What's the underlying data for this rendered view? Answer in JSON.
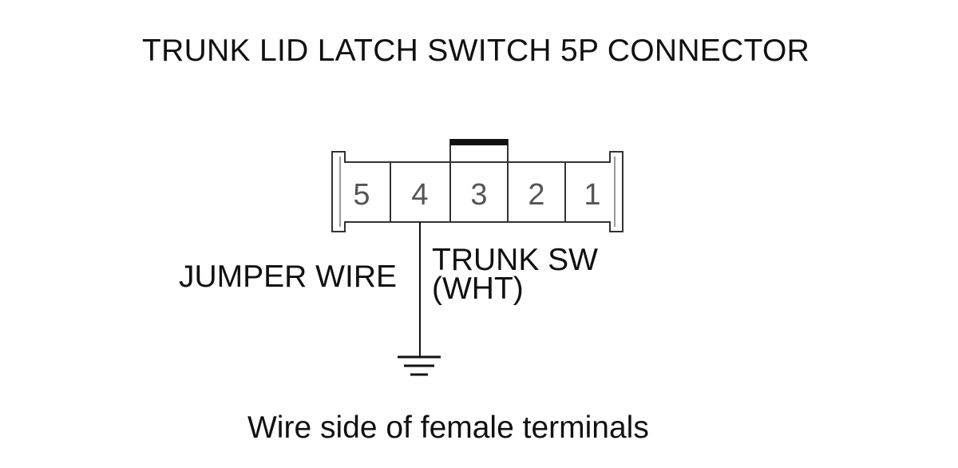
{
  "title": "TRUNK LID LATCH SWITCH 5P CONNECTOR",
  "connector": {
    "pins": [
      "5",
      "4",
      "3",
      "2",
      "1"
    ]
  },
  "labels": {
    "jumper_wire": "JUMPER WIRE",
    "trunk_sw_line1": "TRUNK SW",
    "trunk_sw_line2": "(WHT)"
  },
  "caption": "Wire side of female terminals"
}
